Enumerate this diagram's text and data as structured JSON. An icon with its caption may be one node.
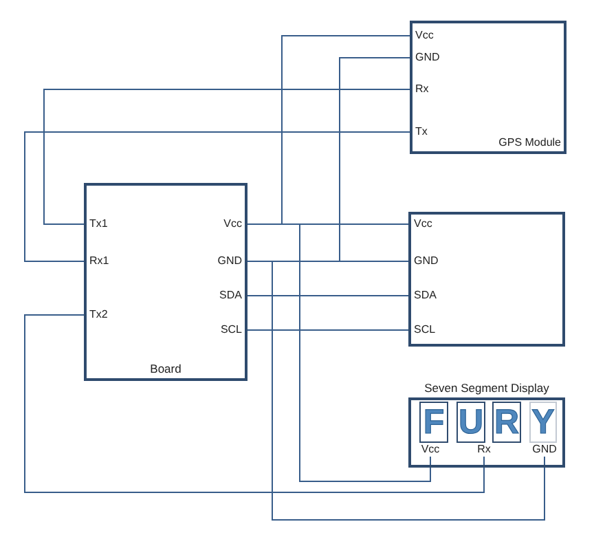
{
  "diagram": {
    "nodes": [
      {
        "text": [
          "GPS Module"
        ]
      },
      {
        "text": [
          "Vcc"
        ],
        "in": 0
      },
      {
        "text": [
          "GND"
        ],
        "in": 0
      },
      {
        "text": [
          "Rx"
        ],
        "in": 0
      },
      {
        "text": [
          "Tx"
        ],
        "in": 0
      },
      {
        "text": [
          "Board"
        ]
      },
      {
        "text": [
          "Tx1"
        ],
        "in": 5
      },
      {
        "text": [
          "Rx1"
        ],
        "in": 5
      },
      {
        "text": [
          "Tx2"
        ],
        "in": 5
      },
      {
        "text": [
          "Vcc"
        ],
        "in": 5
      },
      {
        "text": [
          "GND"
        ],
        "in": 5
      },
      {
        "text": [
          "SDA"
        ],
        "in": 5
      },
      {
        "text": [
          "SCL"
        ],
        "in": 5
      },
      {
        "text": [],
        "shape": "box"
      },
      {
        "text": [
          "Vcc"
        ],
        "in": 13
      },
      {
        "text": [
          "GND"
        ],
        "in": 13
      },
      {
        "text": [
          "SDA"
        ],
        "in": 13
      },
      {
        "text": [
          "SCL"
        ],
        "in": 13
      },
      {
        "text": [
          "Seven Segment Display"
        ]
      },
      {
        "text": [
          "F"
        ],
        "in": 18
      },
      {
        "text": [
          "U"
        ],
        "in": 18
      },
      {
        "text": [
          "R"
        ],
        "in": 18
      },
      {
        "text": [
          "Y"
        ],
        "in": 18
      },
      {
        "text": [
          "Vcc"
        ],
        "in": 18
      },
      {
        "text": [
          "Rx"
        ],
        "in": 18
      },
      {
        "text": [
          "GND"
        ],
        "in": 18
      }
    ],
    "edges": [
      {
        "from": 1,
        "to": 9,
        "arrow": "none"
      },
      {
        "from": 2,
        "to": 10,
        "arrow": "none"
      },
      {
        "from": 3,
        "to": 6,
        "arrow": "none"
      },
      {
        "from": 4,
        "to": 7,
        "arrow": "none"
      },
      {
        "from": 9,
        "to": 14,
        "arrow": "none"
      },
      {
        "from": 10,
        "to": 15,
        "arrow": "none"
      },
      {
        "from": 11,
        "to": 16,
        "arrow": "none"
      },
      {
        "from": 12,
        "to": 17,
        "arrow": "none"
      },
      {
        "from": 8,
        "to": 24,
        "arrow": "none"
      },
      {
        "from": 9,
        "to": 23,
        "arrow": "none"
      },
      {
        "from": 10,
        "to": 25,
        "arrow": "none"
      }
    ]
  }
}
